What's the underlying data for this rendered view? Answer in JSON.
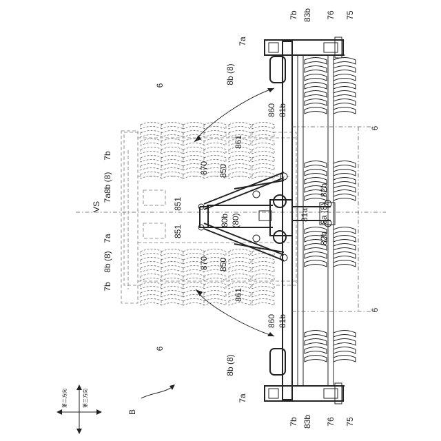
{
  "diagram": {
    "view_label": "B",
    "vs_label": "VS",
    "direction_labels": [
      "第二方向",
      "第三方向"
    ],
    "labels": {
      "l_7b_top": "7b",
      "l_83b_top": "83b",
      "l_76_top": "76",
      "l_75_top": "75",
      "l_7a_top": "7a",
      "l_8b8_top": "8b (8)",
      "l_6_upper_ghost": "6",
      "l_860_top": "860",
      "l_81b_top": "81b",
      "l_6_right_top": "6",
      "l_861_top": "861",
      "l_870_top": "870",
      "l_850_top": "850",
      "l_82b_top": "82b",
      "l_8a8": "8a (8)",
      "l_81a": "81a",
      "l_80b": "80b",
      "l_80": "(80)",
      "l_851_top": "851",
      "l_851_bot": "851",
      "l_82b_bot": "82b",
      "l_870_bot": "870",
      "l_850_bot": "850",
      "l_861_bot": "861",
      "l_860_bot": "860",
      "l_81b_bot": "81b",
      "l_6_right_bot": "6",
      "l_6_lower_ghost": "6",
      "l_8b8_bot": "8b (8)",
      "l_7a_bot": "7a",
      "l_7b_bot": "7b",
      "l_83b_bot": "83b",
      "l_76_bot": "76",
      "l_75_bot": "75",
      "g_7b_top": "7b",
      "g_7a8b8": "7a8b (8)",
      "g_7a_mid": "7a",
      "g_8b8": "8b (8)",
      "g_7b_bot": "7b"
    }
  }
}
